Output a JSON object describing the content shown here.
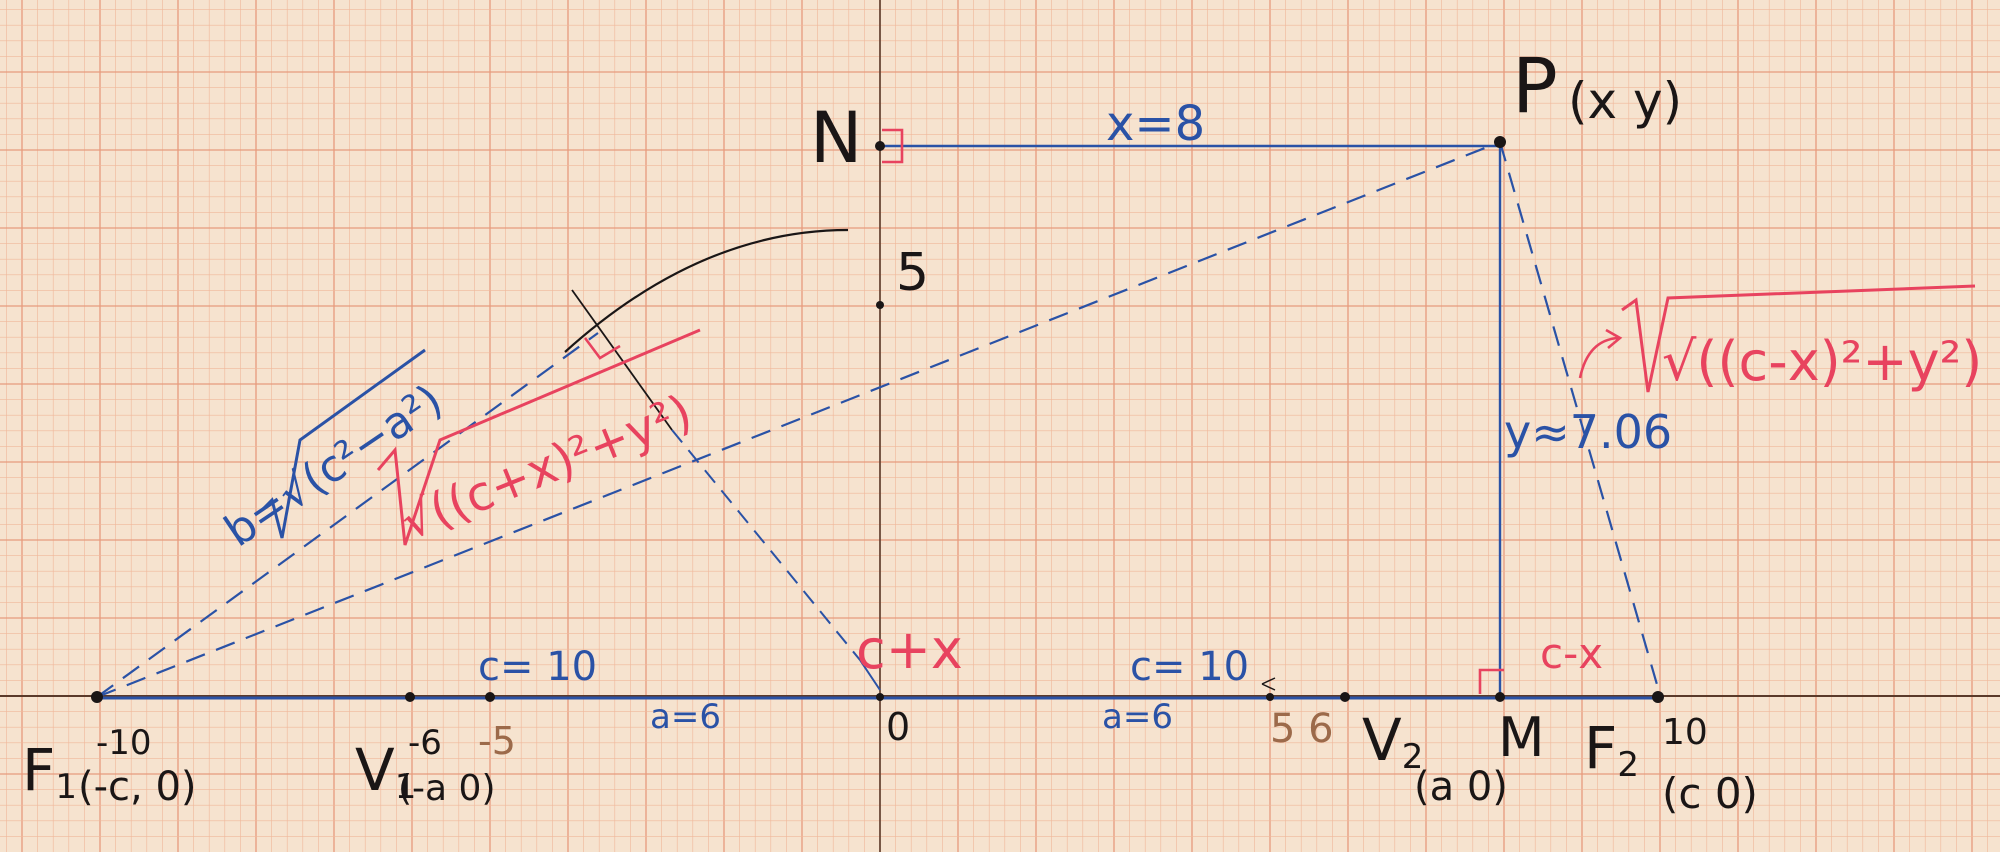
{
  "colors": {
    "paper": "#f6e3cf",
    "grid_fine": "#f0b79a",
    "grid_bold": "#e79a7d",
    "axis": "#5a3a2a",
    "ink_black": "#1a1616",
    "ink_blue": "#2a52a6",
    "ink_red": "#e8435f",
    "ink_brown": "#9c6a4a"
  },
  "points": {
    "F1": {
      "name": "F",
      "sub": "1",
      "coord_top": "-10",
      "coord": "(-c, 0)"
    },
    "V1": {
      "name": "V",
      "sub": "1",
      "coord_top": "-6",
      "coord": "(-a 0)"
    },
    "V2": {
      "name": "V",
      "sub": "2",
      "coord": "(a 0)"
    },
    "F2": {
      "name": "F",
      "sub": "2",
      "coord_top": "10",
      "coord": "(c 0)"
    },
    "M": {
      "name": "M"
    },
    "N": {
      "name": "N"
    },
    "P": {
      "name": "P",
      "coord": "(x y)"
    }
  },
  "axis_ticks": {
    "origin": "0",
    "y_five": "5",
    "x_neg_five": "-5",
    "x_five": "5",
    "x_six": "6"
  },
  "labels": {
    "x_eq": "x=8",
    "y_approx": "y≈7.06",
    "b_eq": "b=√(c²−a²)",
    "c_left": "c= 10",
    "c_right": "c= 10",
    "a_left": "a=6",
    "a_right": "a=6",
    "c_plus_x": "c+x",
    "c_minus_x": "c-x",
    "dist_left": "√((c+x)²+y²)",
    "dist_right": "√((c-x)²+y²)"
  }
}
